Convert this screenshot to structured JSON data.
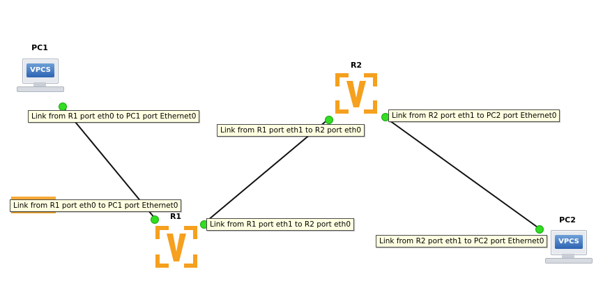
{
  "nodes": {
    "pc1": {
      "label": "PC1",
      "icon": "vpcs-icon",
      "icon_text": "VPCS"
    },
    "pc2": {
      "label": "PC2",
      "icon": "vpcs-icon",
      "icon_text": "VPCS"
    },
    "r1": {
      "label": "R1",
      "icon": "vyos-router-icon"
    },
    "r2": {
      "label": "R2",
      "icon": "vyos-router-icon"
    }
  },
  "links": {
    "r1_pc1": "Link from R1 port eth0 to PC1 port Ethernet0",
    "r1_r2": "Link from R1 port eth1 to R2 port eth0",
    "r2_pc2": "Link from R2 port eth1 to PC2 port Ethernet0"
  },
  "colors": {
    "router_orange": "#f5a01e",
    "port_green": "#33dd22",
    "tooltip_bg": "#ffffe1",
    "link_line": "#111111"
  }
}
